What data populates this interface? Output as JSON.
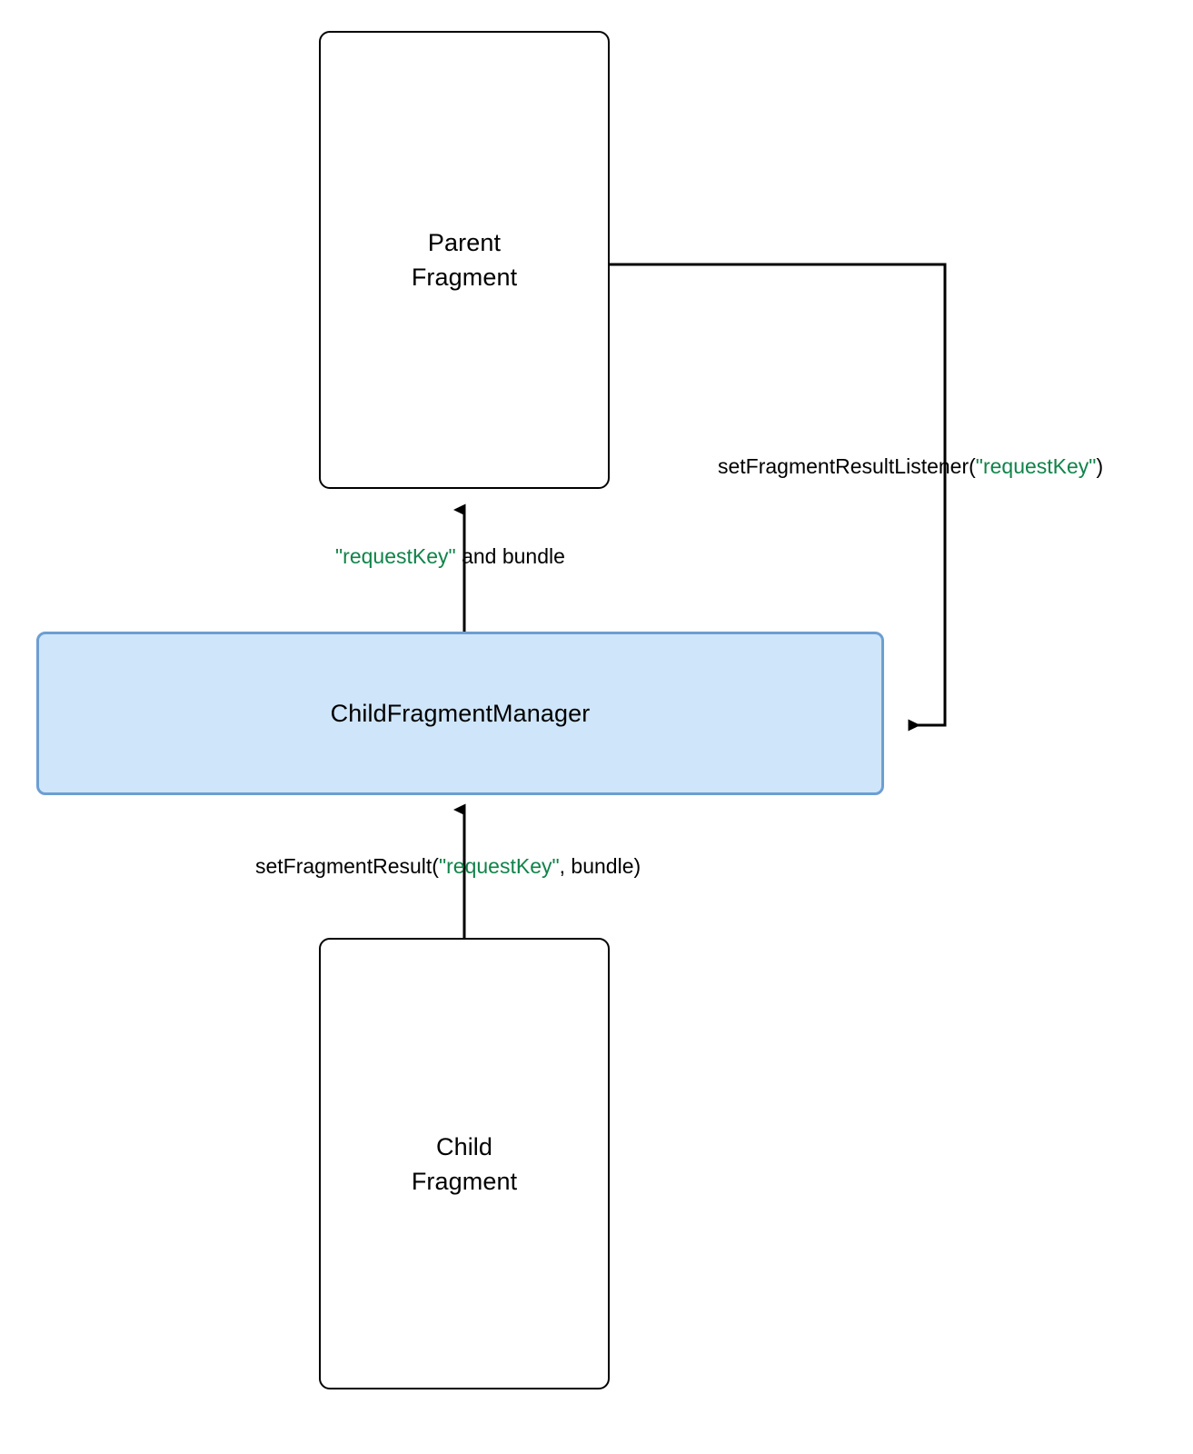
{
  "diagram": {
    "title": "Fragment Result API flow between Parent Fragment, ChildFragmentManager and Child Fragment",
    "background_color": "#ffffff",
    "accent_fill_color": "#cfe5f9",
    "accent_stroke_color": "#6c9ed2",
    "stroke_color": "#000000",
    "key_text_color": "#11834a"
  },
  "nodes": {
    "parent_fragment": {
      "label": "Parent\nFragment",
      "shape": "rounded-rectangle",
      "fill": "#ffffff",
      "stroke": "#000000"
    },
    "child_fragment_manager": {
      "label": "ChildFragmentManager",
      "shape": "rounded-rectangle",
      "fill": "#cfe5f9",
      "stroke": "#6c9ed2"
    },
    "child_fragment": {
      "label": "Child\nFragment",
      "shape": "rounded-rectangle",
      "fill": "#ffffff",
      "stroke": "#000000"
    }
  },
  "edges": {
    "manager_to_parent": {
      "from": "child_fragment_manager",
      "to": "parent_fragment",
      "direction": "up",
      "label_parts": [
        {
          "text": "\"requestKey\"",
          "color": "key"
        },
        {
          "text": " and bundle",
          "color": "plain"
        }
      ],
      "label_plain": "\"requestKey\" and bundle"
    },
    "parent_to_manager": {
      "from": "parent_fragment",
      "to": "child_fragment_manager",
      "direction": "right-down-left",
      "label_parts": [
        {
          "text": "setFragmentResultListener(",
          "color": "plain"
        },
        {
          "text": "\"requestKey\"",
          "color": "key"
        },
        {
          "text": ")",
          "color": "plain"
        }
      ],
      "label_plain": "setFragmentResultListener(\"requestKey\")"
    },
    "child_to_manager": {
      "from": "child_fragment",
      "to": "child_fragment_manager",
      "direction": "up",
      "label_parts": [
        {
          "text": "setFragmentResult(",
          "color": "plain"
        },
        {
          "text": "\"requestKey\"",
          "color": "key"
        },
        {
          "text": ", bundle)",
          "color": "plain"
        }
      ],
      "label_plain": "setFragmentResult(\"requestKey\", bundle)"
    }
  }
}
